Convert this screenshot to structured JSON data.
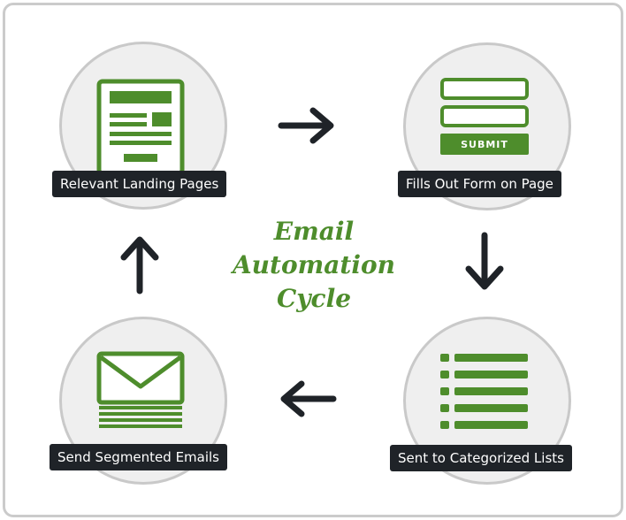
{
  "diagram": {
    "center_title_lines": [
      "Email",
      "Automation",
      "Cycle"
    ],
    "nodes": [
      {
        "label": "Relevant Landing Pages",
        "icon": "landing-page-icon"
      },
      {
        "label": "Fills Out Form on Page",
        "icon": "form-icon",
        "button_text": "SUBMIT"
      },
      {
        "label": "Sent to Categorized Lists",
        "icon": "list-icon"
      },
      {
        "label": "Send Segmented Emails",
        "icon": "envelope-icon"
      }
    ],
    "arrows": [
      "right-arrow-icon",
      "down-arrow-icon",
      "left-arrow-icon",
      "up-arrow-icon"
    ]
  },
  "colors": {
    "accent_green": "#4e8d2c",
    "label_background": "#1f2328",
    "circle_fill": "#efefef",
    "arrow_color": "#1f2328"
  }
}
